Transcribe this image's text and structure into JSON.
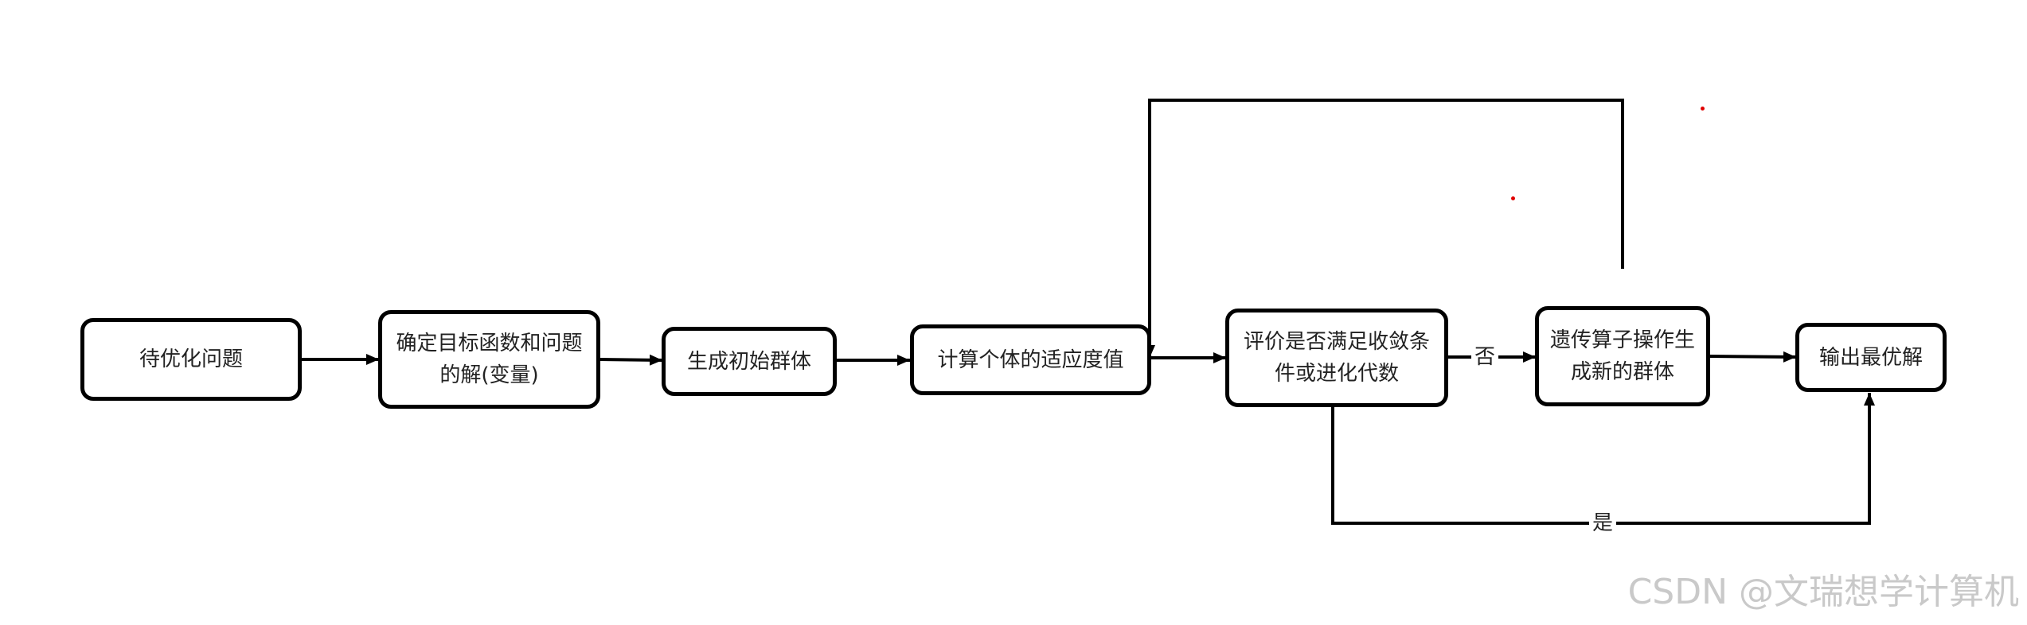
{
  "diagram": {
    "nodes": {
      "n1": "待优化问题",
      "n2": "确定目标函数和问题的解(变量)",
      "n3": "生成初始群体",
      "n4": "计算个体的适应度值",
      "n5": "评价是否满足收敛条件或进化代数",
      "n6": "遗传算子操作生成新的群体",
      "n7": "输出最优解"
    },
    "edge_labels": {
      "no": "否",
      "yes": "是"
    }
  },
  "watermark": "CSDN @文瑞想学计算机",
  "colors": {
    "line": "#000000",
    "text": "#222222",
    "watermark": "#c9c9c9",
    "dot": "#e00000"
  }
}
